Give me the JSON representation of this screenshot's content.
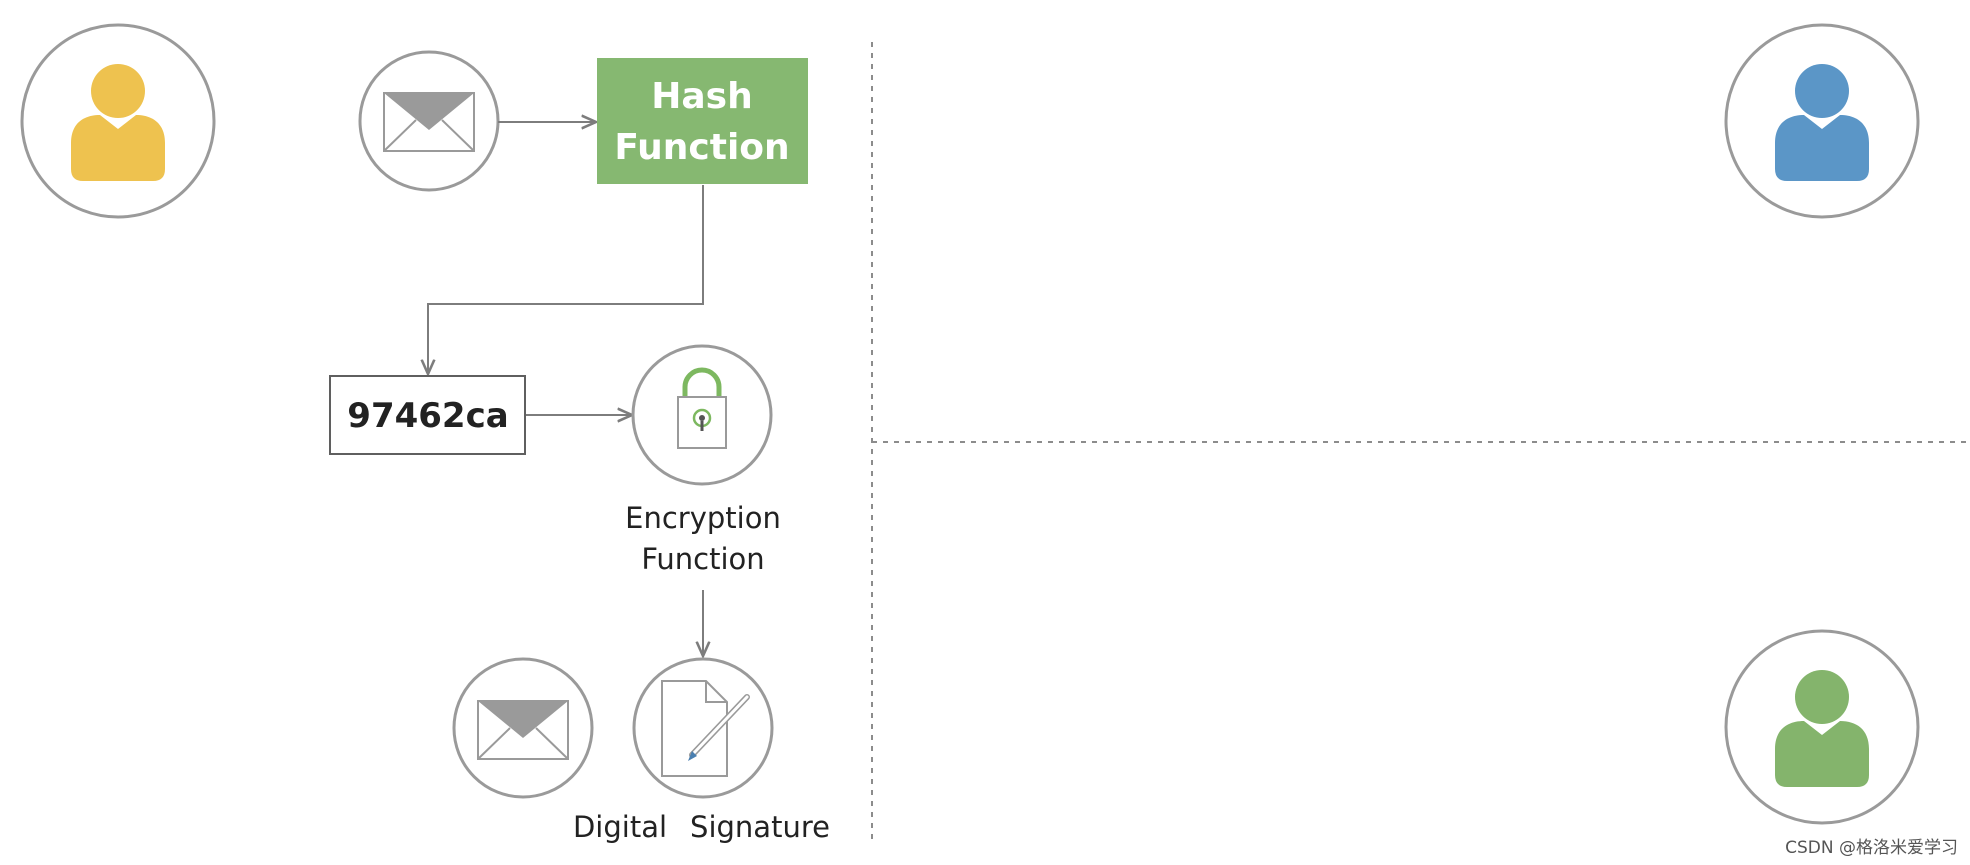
{
  "colors": {
    "line": "#7d7d7d",
    "circle_border": "#9a9a9a",
    "divider": "#8c8c8c",
    "hash_box_fill": "#86b871",
    "hash_text": "#ffffff",
    "text": "#222222",
    "user_sender": "#eec24f",
    "user_receiver_top": "#5b96c7",
    "user_receiver_bottom": "#84b46c",
    "lock_shackle": "#7db860",
    "watermark": "#555555"
  },
  "icons": {
    "sender": "user-icon",
    "receiver_top": "user-icon",
    "receiver_bottom": "user-icon",
    "message": "envelope-icon",
    "encryption": "padlock-icon",
    "signature": "signed-document-icon"
  },
  "hash_function": {
    "line1": "Hash",
    "line2": "Function"
  },
  "hash_value": "97462ca",
  "encryption_label": {
    "line1": "Encryption",
    "line2": "Function"
  },
  "digital_signature_label": {
    "word1": "Digital",
    "word2": "Signature"
  },
  "watermark": "CSDN @格洛米爱学习"
}
